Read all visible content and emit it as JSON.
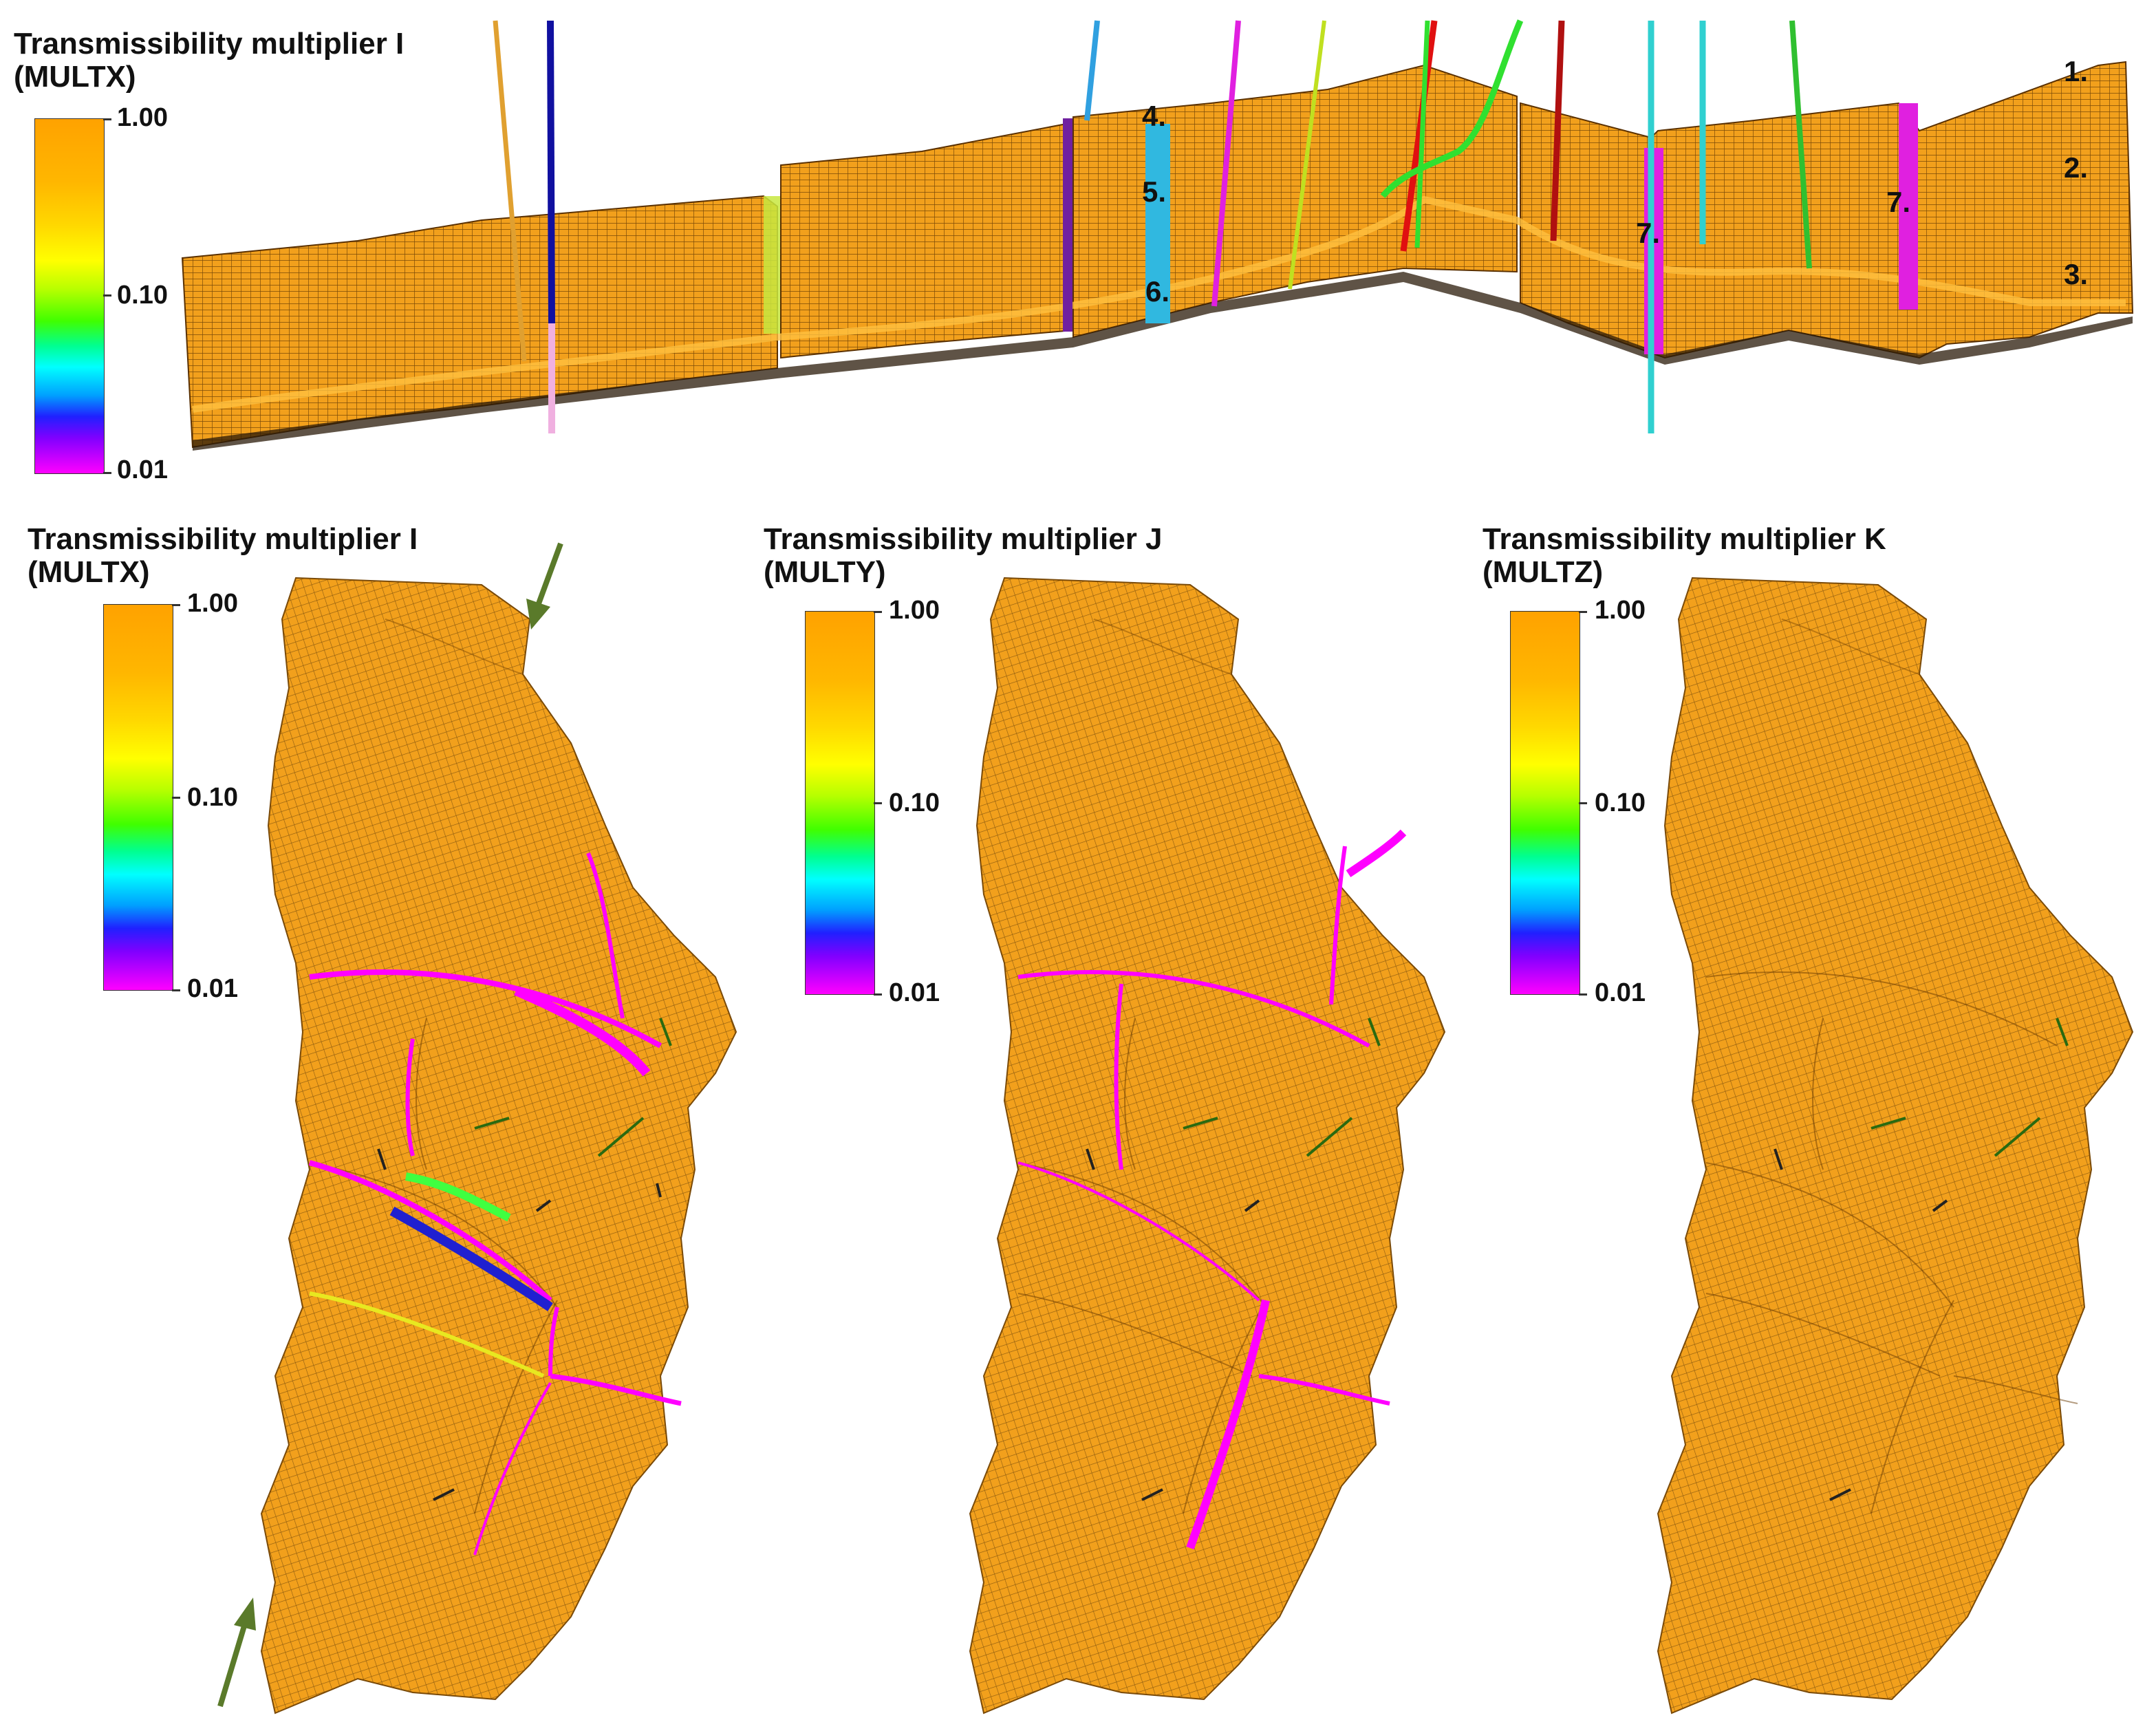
{
  "top_panel": {
    "title_line1": "Transmissibility multiplier I",
    "title_line2": "(MULTX)",
    "scale": {
      "max": "1.00",
      "mid": "0.10",
      "min": "0.01"
    },
    "markers": [
      "1.",
      "2.",
      "3.",
      "4.",
      "5.",
      "6.",
      "7.",
      "7."
    ]
  },
  "map_panels": [
    {
      "title_line1": "Transmissibility multiplier I",
      "title_line2": "(MULTX)",
      "scale": {
        "max": "1.00",
        "mid": "0.10",
        "min": "0.01"
      }
    },
    {
      "title_line1": "Transmissibility multiplier J",
      "title_line2": "(MULTY)",
      "scale": {
        "max": "1.00",
        "mid": "0.10",
        "min": "0.01"
      }
    },
    {
      "title_line1": "Transmissibility multiplier K",
      "title_line2": "(MULTZ)",
      "scale": {
        "max": "1.00",
        "mid": "0.10",
        "min": "0.01"
      }
    }
  ],
  "colors": {
    "grid_fill": "#f2a01c",
    "grid_line": "#7a4a08",
    "fault_magenta": "#ff00ff",
    "fault_blue": "#2020d0",
    "fault_green": "#40ff40",
    "fault_yellow": "#e8e820",
    "arrow": "#5a7a2a"
  }
}
